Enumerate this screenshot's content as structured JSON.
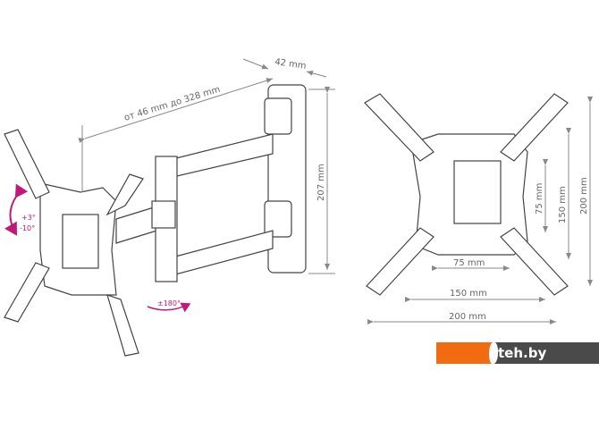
{
  "dimensions": {
    "depth": "42 mm",
    "extension": "от 46 mm до 328 mm",
    "height": "207 mm",
    "tilt_up": "+3°",
    "tilt_down": "-10°",
    "swivel": "±180°",
    "vesa_75_h": "75 mm",
    "vesa_75_v": "75 mm",
    "vesa_150_h": "150 mm",
    "vesa_150_v": "150 mm",
    "vesa_200_h": "200 mm",
    "vesa_200_v": "200 mm"
  },
  "logo": {
    "text": "teh.by",
    "colors": {
      "orange": "#f26b10",
      "dark": "#4a4a4a"
    }
  }
}
